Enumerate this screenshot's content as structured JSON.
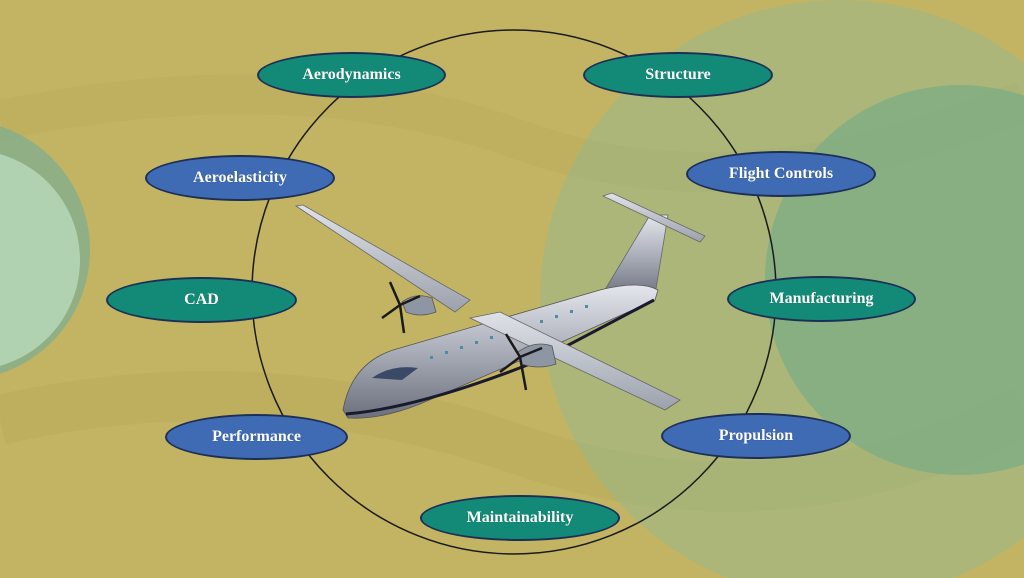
{
  "diagram": {
    "nodes": [
      {
        "id": "aerodynamics",
        "label": "Aerodynamics",
        "color": "teal"
      },
      {
        "id": "structure",
        "label": "Structure",
        "color": "teal"
      },
      {
        "id": "aeroelasticity",
        "label": "Aeroelasticity",
        "color": "blue"
      },
      {
        "id": "flight-controls",
        "label": "Flight Controls",
        "color": "blue"
      },
      {
        "id": "cad",
        "label": "CAD",
        "color": "teal"
      },
      {
        "id": "manufacturing",
        "label": "Manufacturing",
        "color": "teal"
      },
      {
        "id": "performance",
        "label": "Performance",
        "color": "blue"
      },
      {
        "id": "propulsion",
        "label": "Propulsion",
        "color": "blue"
      },
      {
        "id": "maintainability",
        "label": "Maintainability",
        "color": "teal"
      }
    ],
    "center_image": "turboprop-airplane",
    "colors": {
      "teal": "#138a77",
      "blue": "#3f6bb5",
      "background": "#c3b463",
      "ring": "#1a1a1a"
    }
  }
}
